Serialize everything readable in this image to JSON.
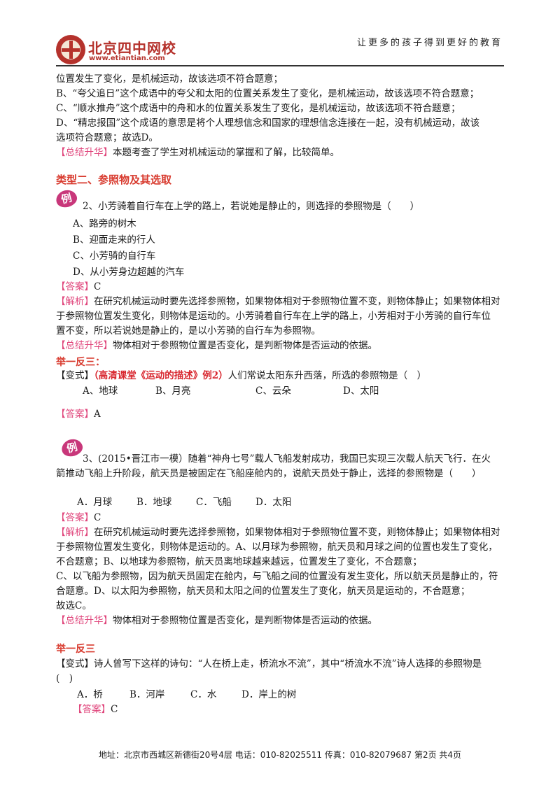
{
  "header": {
    "logo_name": "北京四中网校",
    "logo_url": "www.etiantian.com",
    "slogan": "让更多的孩子得到更好的教育"
  },
  "intro": {
    "l1": "位置发生了变化，是机械运动，故该选项不符合题意；",
    "l2": "B、“夸父追日”这个成语中的夸父和太阳的位置关系发生了变化，是机械运动，故该选项不符合题意；",
    "l3": "C、“顺水推舟”这个成语中的舟和水的位置关系发生了变化，是机械运动，故该选项不符合题意；",
    "l4": "D、“精忠报国”这个成语的意思是将个人理想信念和国家的理想信念连接在一起，没有机械运动，故该",
    "l5": "选项符合题意；故选D。",
    "summary_tag": "【总结升华】",
    "summary_text": "本题考查了学生对机械运动的掌握和了解，比较简单。"
  },
  "section2": {
    "title": "类型二、参照物及其选取",
    "badge": "例",
    "q2": {
      "stem": "2、小芳骑着自行车在上学的路上，若说她是静止的，则选择的参照物是（　　）",
      "options": [
        "A、路旁的树木",
        "B、迎面走来的行人",
        "C、小芳骑的自行车",
        "D、从小芳身边超越的汽车"
      ],
      "answer_tag": "【答案】",
      "answer": "C",
      "analysis_tag": "【解析】",
      "analysis_l1": "在研究机械运动时要先选择参照物，如果物体相对于参照物位置不变，则物体静止；如果物体相对",
      "analysis_l2": "于参照物位置发生变化，则物体是运动的。小芳骑着自行车在上学的路上，小芳相对于小芳骑的自行车位",
      "analysis_l3": "置不变，所以若说她是静止的，是以小芳骑的自行车为参照物。",
      "summary_tag": "【总结升华】",
      "summary_text": "物体相对于参照物位置是否变化，是判断物体是否运动的依据。"
    },
    "juyi1": {
      "title": "举一反三：",
      "variant_tag": "【变式】",
      "source": "（高清课堂《运动的描述》例2）",
      "stem": "人们常说太阳东升西落，所选的参照物是（　）",
      "options": [
        "A、地球",
        "B、月亮",
        "C、云朵",
        "D、太阳"
      ],
      "answer_tag": "【答案】",
      "answer": "A"
    },
    "q3": {
      "badge": "例",
      "stem_l1": "3、(2015•晋江市一模）随着“神舟七号”载人飞船发射成功，我国已实现三次载人航天飞行．在火",
      "stem_l2": "箭推动飞船上升阶段，航天员是被固定在飞船座舱内的，说航天员处于静止，选择的参照物是（　　）",
      "options": [
        "A．月球",
        "B．地球",
        "C．飞船",
        "D．太阳"
      ],
      "answer_tag": "【答案】",
      "answer": "C",
      "analysis_tag": "【解析】",
      "analysis_l1": "在研究机械运动时要先选择参照物，如果物体相对于参照物位置不变，则物体静止；如果物体相对",
      "analysis_l2": "于参照物位置发生变化，则物体是运动的。A、以月球为参照物，航天员和月球之间的位置也发生了变化，",
      "analysis_l3": "不合题意；B、以地球为参照物，航天员离地球越来越远，位置发生了变化，不合题意；",
      "analysis_l4": "C、以飞船为参照物，因为航天员固定在舱内，与飞船之间的位置没有发生变化，所以航天员是静止的，符",
      "analysis_l5": "合题意。D、以太阳为参照物，航天员和太阳之间的位置发生了变化，航天员是运动的，不合题意；",
      "analysis_l6": "故选C。",
      "summary_tag": "【总结升华】",
      "summary_text": "物体相对于参照物位置是否变化，是判断物体是否运动的依据。"
    },
    "juyi2": {
      "title": "举一反三",
      "variant_tag": "【变式】",
      "stem_l1": "诗人曾写下这样的诗句：“人在桥上走，桥流水不流”，其中“桥流水不流”诗人选择的参照物是",
      "stem_l2": "(　)",
      "options": [
        "A．桥",
        "B．河岸",
        "C．水",
        "D．岸上的树"
      ],
      "answer_tag": "【答案】",
      "answer": "C"
    }
  },
  "footer": {
    "text": "地址：北京市西城区新德街20号4层  电话：010-82025511  传真：010-82079687    第2页  共4页"
  },
  "colors": {
    "accent_red": "#d83a2e",
    "tag_pink": "#e0467c",
    "badge_magenta": "#c8377a",
    "logo_red": "#b5322c"
  }
}
